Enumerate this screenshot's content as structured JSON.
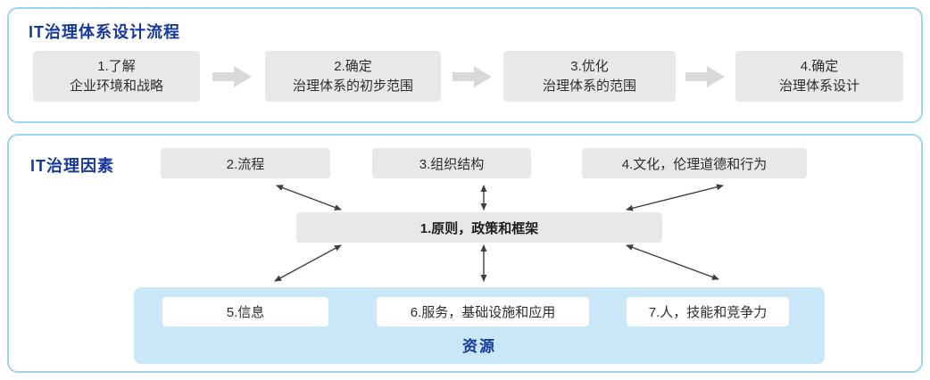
{
  "process": {
    "title": "IT治理体系设计流程",
    "steps": [
      {
        "line1": "1.了解",
        "line2": "企业环境和战略"
      },
      {
        "line1": "2.确定",
        "line2": "治理体系的初步范围"
      },
      {
        "line1": "3.优化",
        "line2": "治理体系的范围"
      },
      {
        "line1": "4.确定",
        "line2": "治理体系设计"
      }
    ]
  },
  "factors": {
    "title": "IT治理因素",
    "top_boxes": [
      "2.流程",
      "3.组织结构",
      "4.文化，伦理道德和行为"
    ],
    "center_box": "1.原则，政策和框架",
    "resources": {
      "boxes": [
        "5.信息",
        "6.服务，基础设施和应用",
        "7.人，技能和竞争力"
      ],
      "label": "资源"
    }
  },
  "colors": {
    "panel_border": "#9fd4ef",
    "title_text": "#17389c",
    "box_fill": "#e8e8e8",
    "flow_arrow": "#d9d9d9",
    "resource_zone_fill": "#c9e7f7",
    "connector": "#404040"
  }
}
